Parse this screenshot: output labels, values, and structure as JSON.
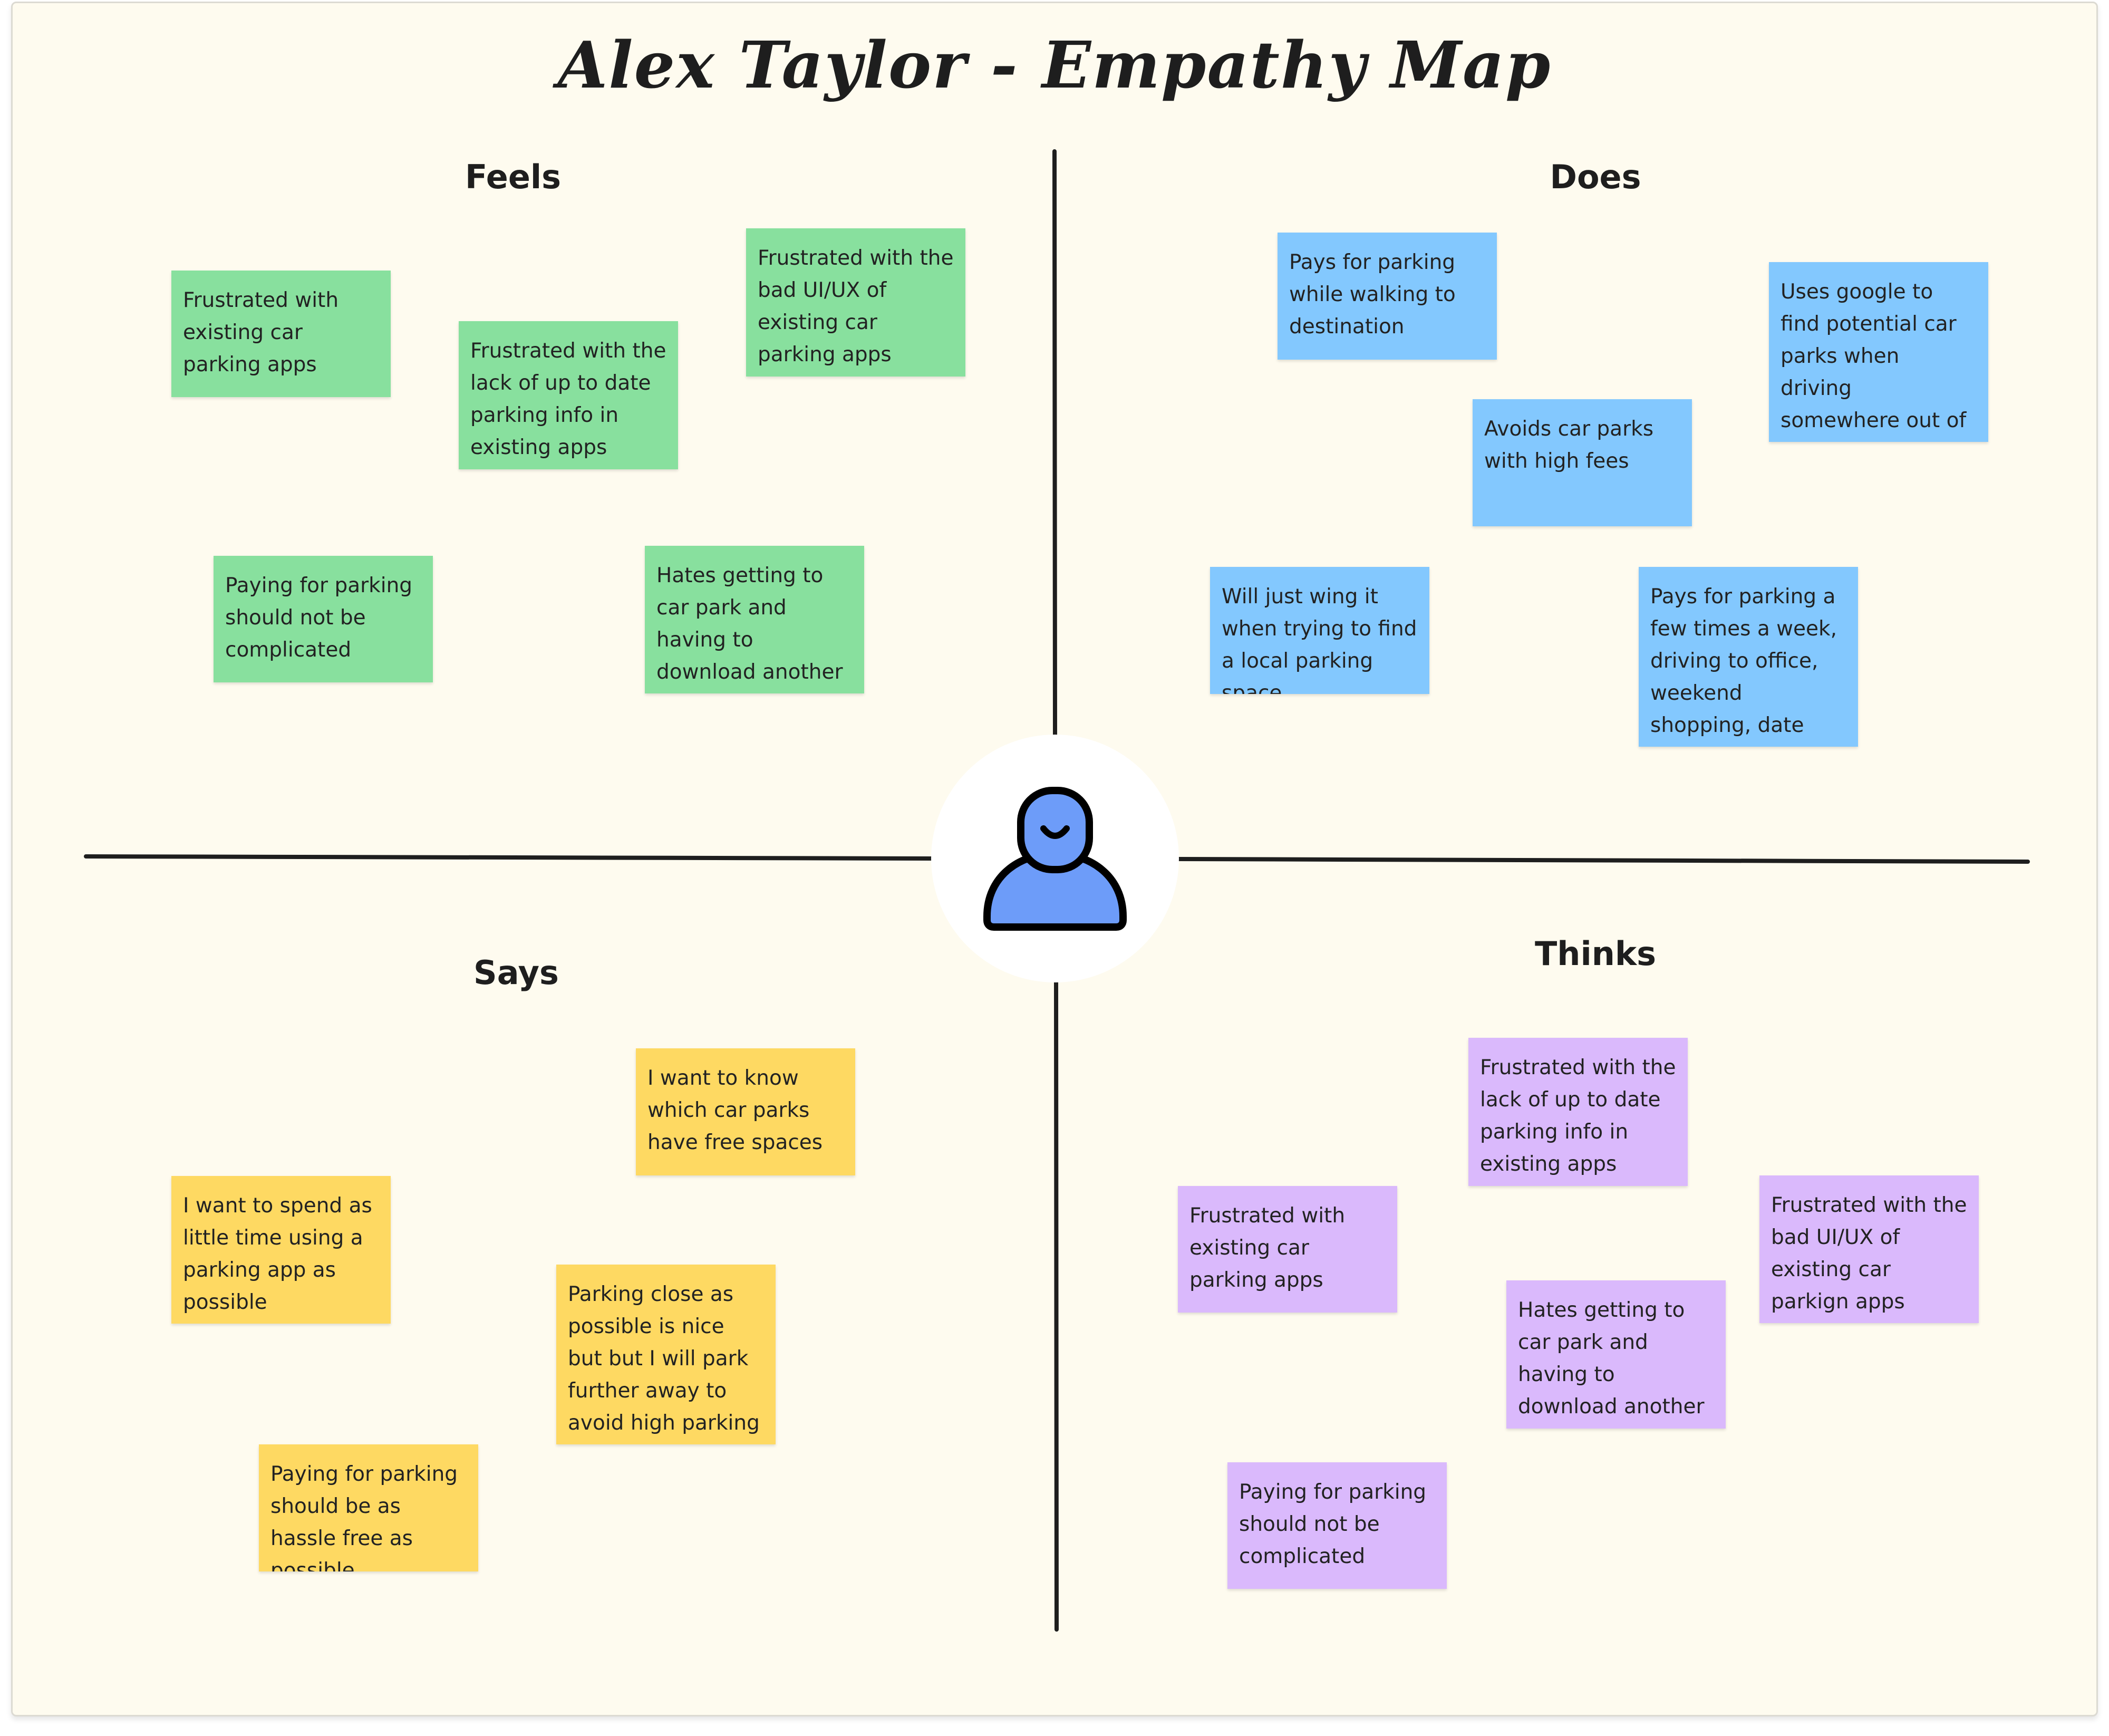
{
  "title": "Alex Taylor - Empathy Map",
  "colors": {
    "board": "#fefbef",
    "axis": "#1e1e1e",
    "feels": "#88e09e",
    "does": "#83c8fe",
    "says": "#fed962",
    "thinks": "#dab9fc",
    "avatar": "#6d9cf9"
  },
  "avatar": {
    "icon": "user-icon"
  },
  "quadrants": {
    "feels": {
      "label": "Feels",
      "notes": [
        "Frustrated with existing car parking apps",
        "Frustrated with the lack of up to date parking info in existing apps",
        "Frustrated with the bad UI/UX of existing car parking apps",
        "Paying for parking should not be complicated",
        "Hates getting to car park and having to download another parking app"
      ]
    },
    "does": {
      "label": "Does",
      "notes": [
        "Pays for parking while walking to destination",
        "Uses google to find potential car parks when driving somewhere out of town",
        "Avoids car parks with high fees",
        "Will just wing it when trying to find a local parking space",
        "Pays for parking a few times a week, driving to office, weekend shopping, date nights"
      ]
    },
    "says": {
      "label": "Says",
      "notes": [
        "I want to know which car parks have free spaces",
        "I want to spend as little time using a parking app as possible",
        "Parking close as possible is nice but but I will park further away to avoid high parking fees",
        "Paying for parking should be as hassle free as possible"
      ]
    },
    "thinks": {
      "label": "Thinks",
      "notes": [
        "Frustrated with the lack of up to date parking info in existing apps",
        "Frustrated with existing car parking apps",
        "Frustrated with the bad UI/UX of existing car parkign apps",
        "Hates getting to car park and having to download another parking app",
        "Paying for parking should not be complicated"
      ]
    }
  }
}
